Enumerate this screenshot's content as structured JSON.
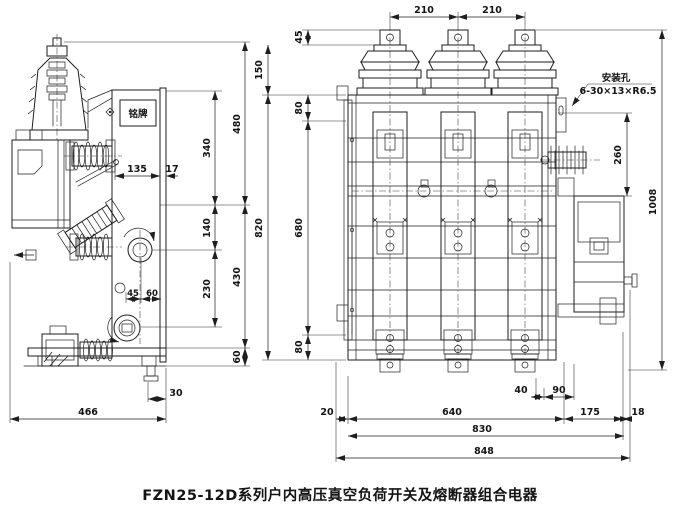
{
  "caption": "FZN25-12D系列户内高压真空负荷开关及熔断器组合电器",
  "annotations": {
    "nameplate": "铭牌",
    "mounting_hole_title": "安装孔",
    "mounting_hole_spec": "6-30×13×R6.5"
  },
  "side_view": {
    "dim_340": "340",
    "dim_140": "140",
    "dim_230": "230",
    "dim_480": "480",
    "dim_430": "430",
    "dim_60_right": "60",
    "dim_135": "135",
    "dim_17": "17",
    "dim_45": "45",
    "dim_60": "60",
    "dim_30": "30",
    "dim_466": "466"
  },
  "front_view": {
    "dim_210_left": "210",
    "dim_210_right": "210",
    "dim_45": "45",
    "dim_150": "150",
    "dim_80_top": "80",
    "dim_680": "680",
    "dim_80_bottom": "80",
    "dim_820": "820",
    "dim_260": "260",
    "dim_1008": "1008",
    "dim_20": "20",
    "dim_40": "40",
    "dim_90": "90",
    "dim_640": "640",
    "dim_175": "175",
    "dim_18": "18",
    "dim_830": "830",
    "dim_848": "848"
  }
}
